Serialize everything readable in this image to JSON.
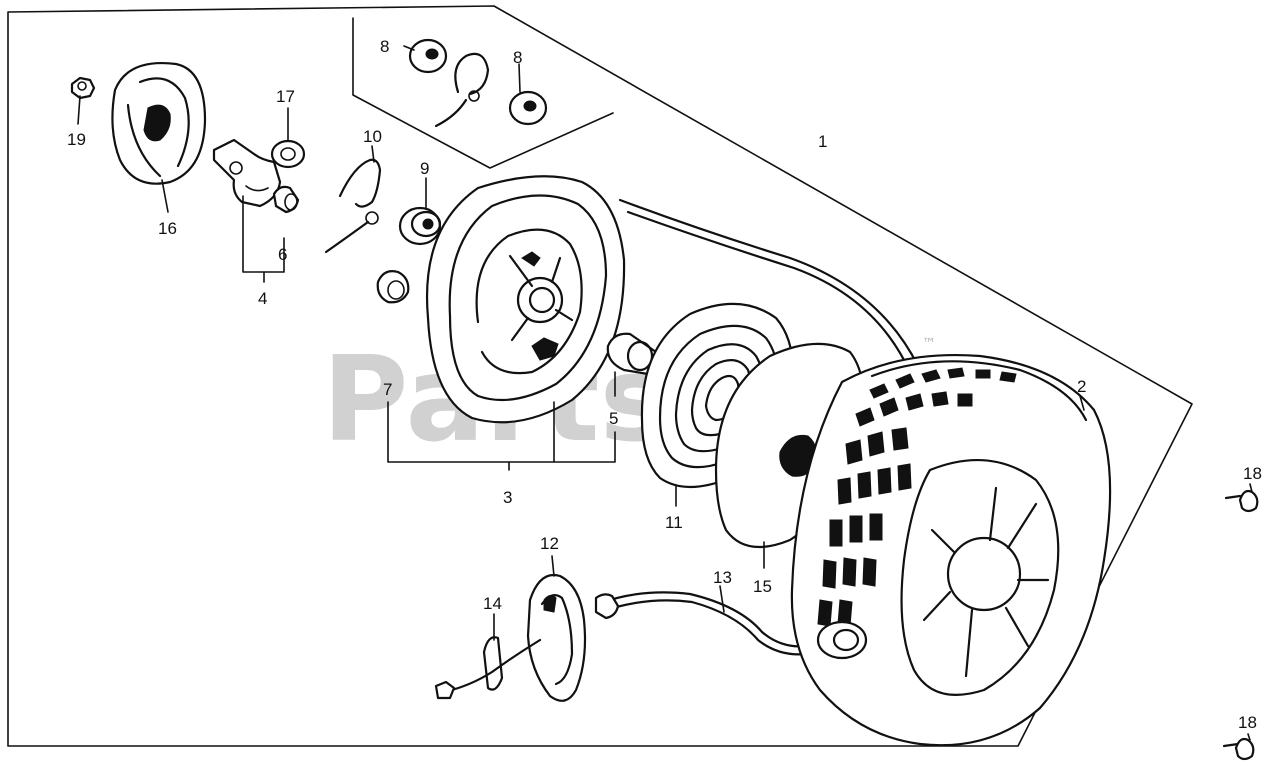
{
  "watermark": {
    "text": "PartsTree",
    "trademark": "™"
  },
  "labels": {
    "p1": "1",
    "p2": "2",
    "p3": "3",
    "p4": "4",
    "p5": "5",
    "p6": "6",
    "p7": "7",
    "p8a": "8",
    "p8b": "8",
    "p9": "9",
    "p10": "10",
    "p11": "11",
    "p12": "12",
    "p13": "13",
    "p14": "14",
    "p15": "15",
    "p16": "16",
    "p17": "17",
    "p18a": "18",
    "p18b": "18",
    "p19": "19"
  }
}
